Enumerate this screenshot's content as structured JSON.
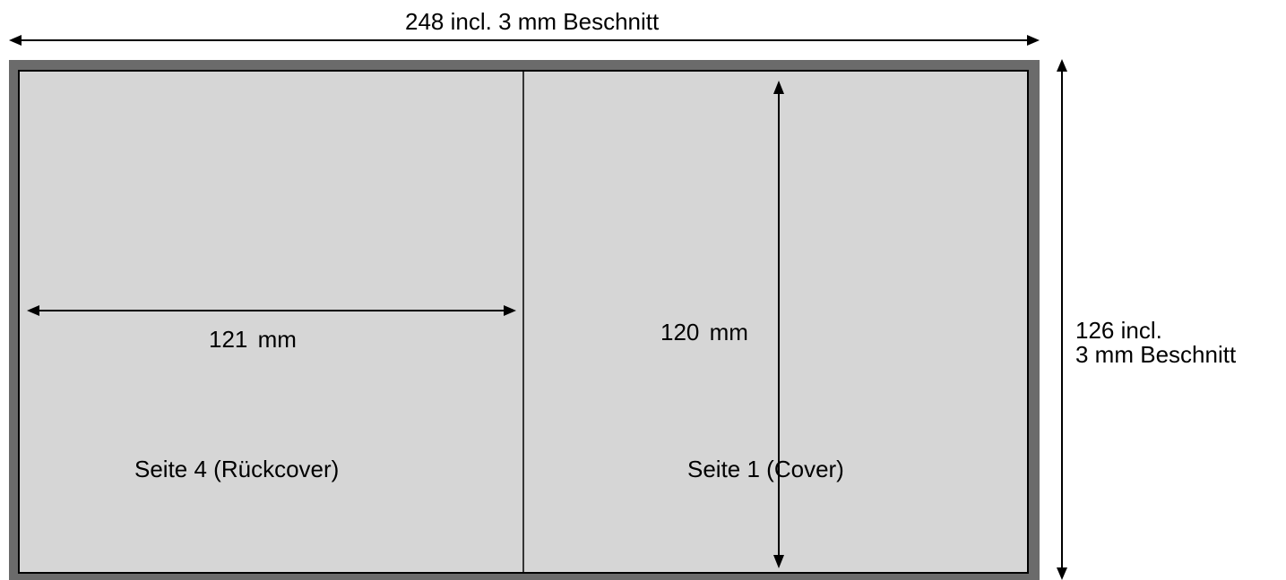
{
  "labels": {
    "total_width": "248 incl. 3 mm Beschnitt",
    "total_height_line1": "126 incl.",
    "total_height_line2": "3 mm Beschnitt",
    "page_width": "121 mm",
    "page_height": "120 mm",
    "back_page": "Seite 4 (Rückcover)",
    "front_page": "Seite 1 (Cover)"
  },
  "colors": {
    "bleed": "#6b6b6b",
    "page": "#d6d6d6",
    "line": "#000000",
    "background": "#ffffff"
  }
}
